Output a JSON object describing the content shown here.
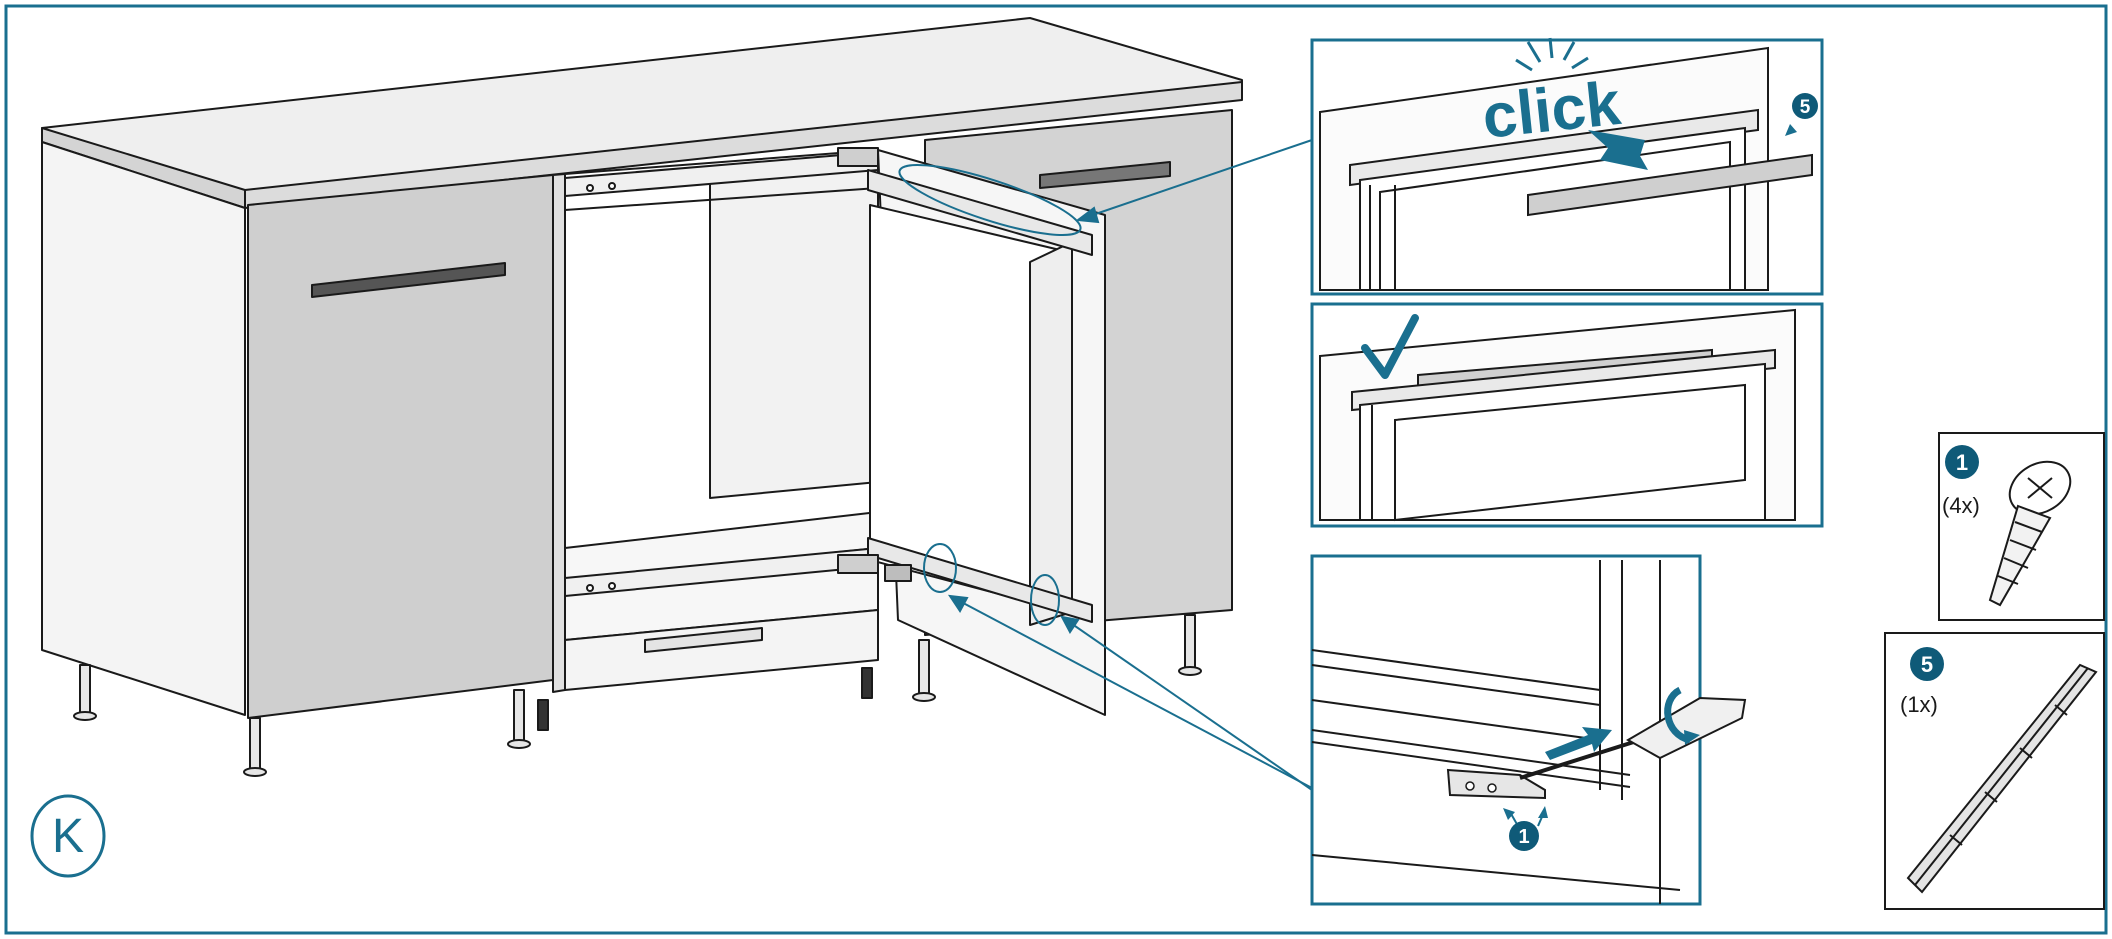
{
  "step": {
    "letter": "K"
  },
  "callouts": {
    "click_text": "click",
    "part_ref_top": "5",
    "part_ref_bottom": "1"
  },
  "parts": [
    {
      "number": "1",
      "quantity": "(4x)",
      "icon": "screw-icon"
    },
    {
      "number": "5",
      "quantity": "(1x)",
      "icon": "cover-strip-icon"
    }
  ],
  "colors": {
    "accent": "#1a6f8f",
    "line": "#1a1a1a",
    "panel_grey": "#c9c9c9",
    "top_grey": "#e8e8e8",
    "badge": "#0f5a78"
  }
}
